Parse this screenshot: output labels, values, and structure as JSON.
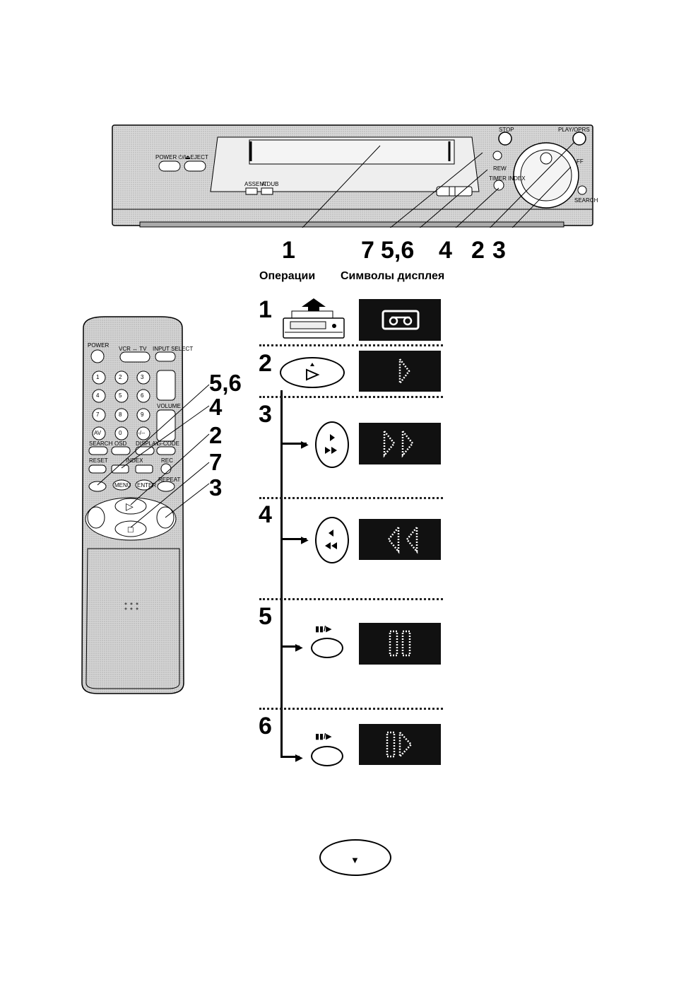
{
  "vcr": {
    "labels": {
      "power": "POWER ⏻/I",
      "eject": "⏏EJECT",
      "stop": "STOP",
      "play": "PLAY/OPRS",
      "assent": "ASSENT",
      "adub": "A.DUB",
      "timer": "TIMER INDEX",
      "search": "SEARCH",
      "ff": "FF",
      "rew": "REW"
    }
  },
  "callouts": [
    "1",
    "7",
    "5,6",
    "4",
    "2",
    "3"
  ],
  "columns": {
    "operations": "Операции",
    "display_symbols": "Символы дисплея"
  },
  "remote": {
    "labels": {
      "power": "POWER",
      "vcr_tv": "VCR ↔ TV",
      "input_select": "INPUT SELECT",
      "volume": "VOLUME",
      "search": "SEARCH",
      "osd": "OSD",
      "display": "DISPLAY",
      "gcode": "G-CODE",
      "reset": "RESET",
      "index": "INDEX",
      "rec": "REC",
      "menu": "MENU",
      "enter": "ENTER",
      "repeat": "REPEAT",
      "av": "AV"
    },
    "keys": [
      "1",
      "2",
      "3",
      "4",
      "5",
      "6",
      "7",
      "8",
      "9",
      "AV",
      "0",
      "-/--"
    ],
    "callouts": [
      "5,6",
      "4",
      "2",
      "7",
      "3"
    ]
  },
  "steps": [
    {
      "num": "1",
      "operation": "insert-cassette",
      "display": "cassette"
    },
    {
      "num": "2",
      "operation": "play-button",
      "display": "play"
    },
    {
      "num": "3",
      "operation": "ff-button",
      "display": "fast-forward"
    },
    {
      "num": "4",
      "operation": "rew-button",
      "display": "rewind"
    },
    {
      "num": "5",
      "operation": "pause-button",
      "display": "pause"
    },
    {
      "num": "6",
      "operation": "pause-button",
      "display": "slow"
    }
  ],
  "pause_label": "▮▮/▶",
  "bottom_button": {
    "symbol": "▼"
  }
}
